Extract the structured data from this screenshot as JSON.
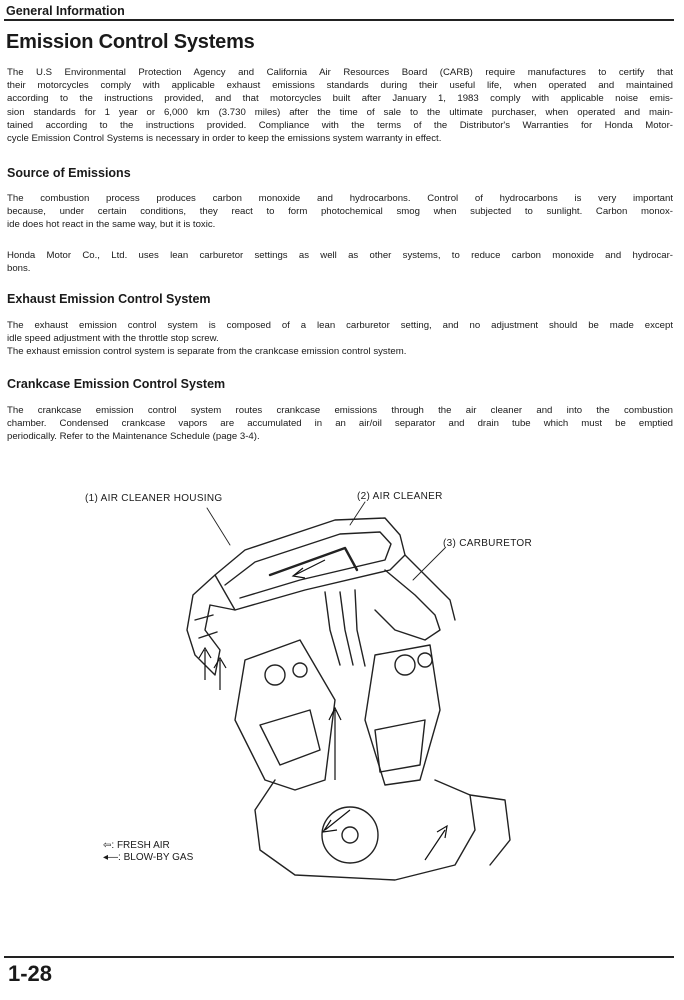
{
  "header": {
    "section": "General Information"
  },
  "title": "Emission Control Systems",
  "intro": [
    "The U.S Environmental Protection Agency and California Air Resources Board (CARB) require manufactures to certify that",
    "their motorcycles comply with applicable exhaust emissions standards during their useful life, when operated and maintained",
    "according to the instructions provided, and that motorcycles built after January 1, 1983 comply with applicable noise emis-",
    "sion standards for 1 year or 6,000 km (3.730 miles) after the time of sale to the ultimate purchaser, when operated and main-",
    "tained according to the instructions provided. Compliance with the terms of the Distributor's Warranties for Honda Motor-",
    "cycle Emission Control Systems is necessary in order to keep the emissions system warranty in effect."
  ],
  "source": {
    "heading": "Source of Emissions",
    "p1": [
      "The combustion process produces carbon monoxide and hydrocarbons. Control of hydrocarbons is very important",
      "because, under certain conditions, they react to form photochemical smog when subjected to sunlight. Carbon monox-",
      "ide does hot react in the same way, but it is toxic."
    ],
    "p2": [
      "Honda Motor Co., Ltd. uses lean carburetor settings as well as other systems, to reduce carbon monoxide and hydrocar-",
      "bons."
    ]
  },
  "exhaust": {
    "heading": "Exhaust Emission Control System",
    "p": [
      "The exhaust emission control system is composed of a lean carburetor setting, and no adjustment should be made except",
      "idle speed adjustment with the throttle stop screw.",
      "The exhaust emission control system is separate from the crankcase emission control system."
    ]
  },
  "crankcase": {
    "heading": "Crankcase Emission Control System",
    "p": [
      "The crankcase emission control system routes crankcase emissions through the air cleaner and into the combustion",
      "chamber. Condensed crankcase vapors are accumulated in an air/oil separator and drain tube which must be emptied",
      "periodically. Refer to the Maintenance Schedule (page 3-4)."
    ]
  },
  "figure": {
    "callouts": {
      "housing": "(1) AIR CLEANER HOUSING",
      "cleaner": "(2) AIR CLEANER",
      "carburetor": "(3) CARBURETOR"
    },
    "legend": {
      "fresh_symbol": "⇦:",
      "fresh_label": "FRESH AIR",
      "blowby_symbol": "◂—:",
      "blowby_label": "BLOW-BY GAS"
    }
  },
  "footer": {
    "page_number": "1-28"
  }
}
